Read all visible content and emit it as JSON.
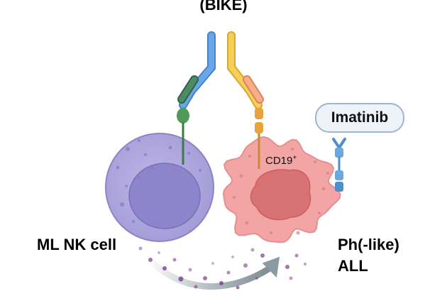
{
  "title": "(BIKE)",
  "labels": {
    "nk_cell": "ML NK cell",
    "cancer_line1": "Ph(-like)",
    "cancer_line2": "ALL",
    "antigen": "CD19",
    "antigen_sup": "+",
    "drug": "Imatinib"
  },
  "colors": {
    "nk_cell": "#a39bd6",
    "nk_nucleus": "#8b82c8",
    "cancer_cell": "#f2a3a3",
    "cancer_nucleus": "#d9706f",
    "antibody_blue": "#5b9be0",
    "antibody_yellow": "#f4c84a",
    "antibody_green": "#3f7a58",
    "antibody_orange": "#f3a074",
    "receptor_blue": "#4f8fc9",
    "arrow": "#8a9aa0",
    "granules": "#7a3c8c"
  }
}
